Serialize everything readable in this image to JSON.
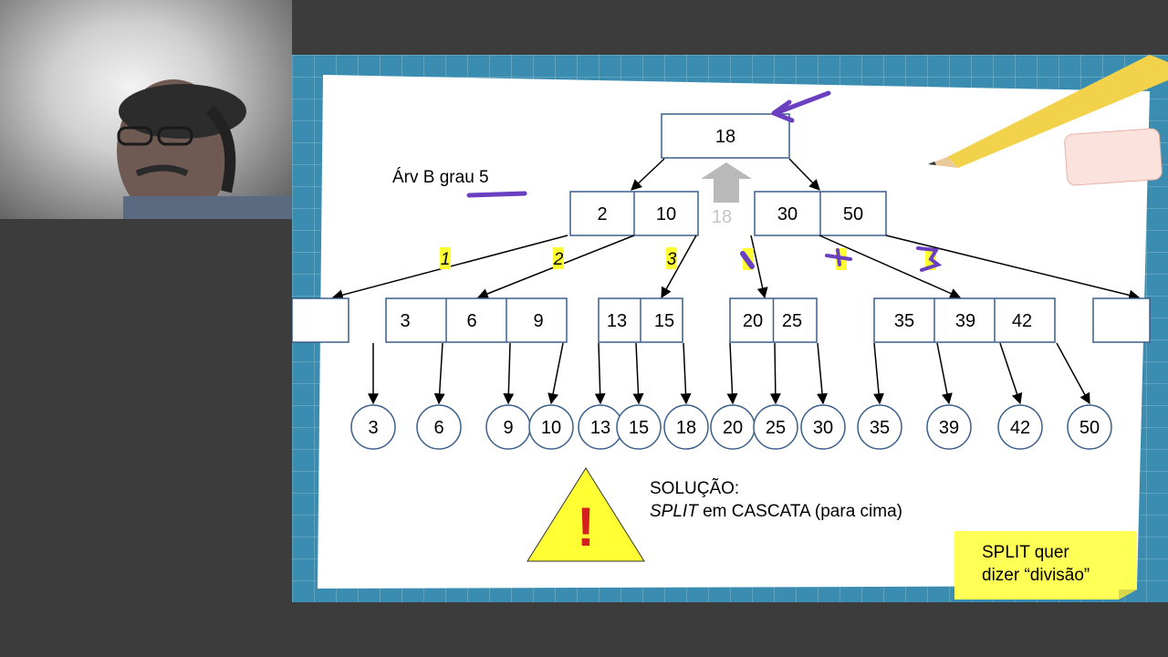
{
  "slide": {
    "title": "Árv B grau 5",
    "root_key": "18",
    "promoted_key": "18",
    "internal_left_keys": [
      "2",
      "10"
    ],
    "internal_right_keys": [
      "30",
      "50"
    ],
    "edge_labels": [
      "1",
      "2",
      "3"
    ],
    "leaf_nodes": [
      {
        "keys": []
      },
      {
        "keys": [
          "3",
          "6",
          "9"
        ]
      },
      {
        "keys": [
          "13",
          "15"
        ]
      },
      {
        "keys": [
          "20",
          "25"
        ]
      },
      {
        "keys": [
          "35",
          "39",
          "42"
        ]
      },
      {
        "keys": []
      }
    ],
    "records": [
      "3",
      "6",
      "9",
      "10",
      "13",
      "15",
      "18",
      "20",
      "25",
      "30",
      "35",
      "39",
      "42",
      "50"
    ],
    "warning_symbol": "!",
    "solution_line1": "SOLUÇÃO:",
    "solution_italic": "SPLIT",
    "solution_rest": " em CASCATA (para cima)",
    "sticky_line1": "SPLIT quer",
    "sticky_line2": "dizer “divisão”"
  },
  "colors": {
    "node_border": "#3a5f8a",
    "ink_purple": "#6a3fc0",
    "highlight_yellow": "#ffff33",
    "warning_fill": "#ffff33",
    "warning_mark": "#d42020",
    "sticky_note": "#ffff55",
    "slide_background": "#3a8db0"
  },
  "icons": [
    "pencil-icon",
    "eraser-icon",
    "warning-triangle-icon",
    "up-arrow-icon"
  ]
}
